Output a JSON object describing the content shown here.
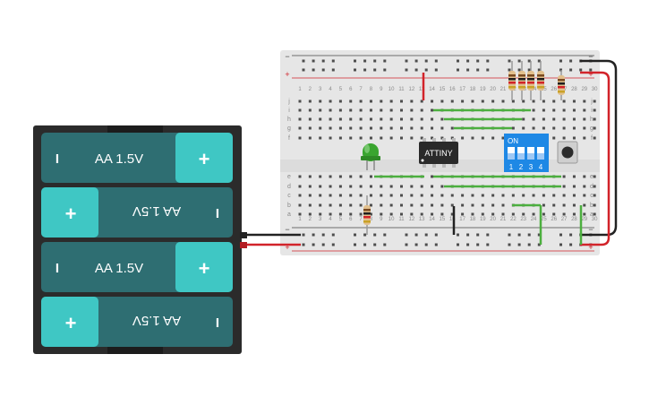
{
  "battery_pack": {
    "cells": [
      {
        "label": "AA 1.5V",
        "plus": "+",
        "minus": "I",
        "flipped": false
      },
      {
        "label": "AA 1.5V",
        "plus": "+",
        "minus": "I",
        "flipped": true
      },
      {
        "label": "AA 1.5V",
        "plus": "+",
        "minus": "I",
        "flipped": false
      },
      {
        "label": "AA 1.5V",
        "plus": "+",
        "minus": "I",
        "flipped": true
      }
    ]
  },
  "breadboard": {
    "columns": 30,
    "row_letters_top": [
      "j",
      "i",
      "h",
      "g",
      "f"
    ],
    "row_letters_bottom": [
      "e",
      "d",
      "c",
      "b",
      "a"
    ],
    "rail_plus": "+",
    "rail_minus": "−"
  },
  "chip": {
    "label": "ATTINY"
  },
  "dip_switch": {
    "on_label": "ON",
    "numbers": [
      "1",
      "2",
      "3",
      "4"
    ]
  },
  "colors": {
    "board": "#e6e6e6",
    "hole": "#4d4d4d",
    "battery_body": "#2e6e72",
    "battery_cap": "#3fc7c4",
    "battery_case": "#2b2b2b",
    "wire_red": "#d2232a",
    "wire_black": "#222222",
    "wire_green": "#4caf3f",
    "led": "#3aa52f",
    "dip": "#1e88e5"
  }
}
